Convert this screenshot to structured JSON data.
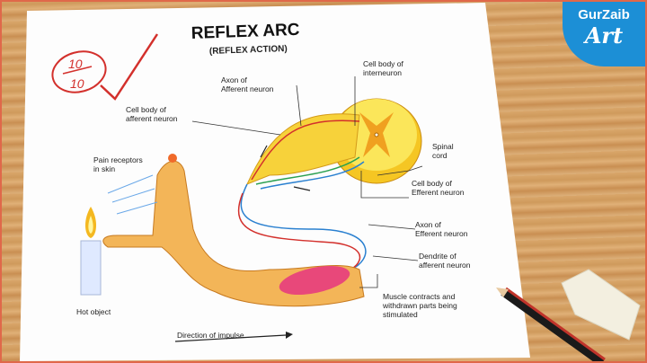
{
  "title": "REFLEX ARC",
  "subtitle": "(REFLEX ACTION)",
  "grade": {
    "numerator": "10",
    "denominator": "10"
  },
  "logo": {
    "line1": "GurZaib",
    "line2": "Art"
  },
  "labels": {
    "axon_afferent": [
      "Axon of",
      "Afferent neuron"
    ],
    "cell_body_interneuron": [
      "Cell body of",
      "interneuron"
    ],
    "cell_body_afferent": [
      "Cell body of",
      "afferent neuron"
    ],
    "pain_receptors": [
      "Pain receptors",
      "in skin"
    ],
    "spinal_cord": [
      "Spinal",
      "cord"
    ],
    "cell_body_efferent": [
      "Cell body  of",
      "Efferent neuron"
    ],
    "axon_efferent": [
      "Axon of",
      "Efferent neuron"
    ],
    "dendrite_afferent": [
      "Dendrite of",
      "afferent neuron"
    ],
    "muscle": [
      "Muscle contracts and",
      "withdrawn parts being",
      "stimulated"
    ],
    "hot_object": "Hot object",
    "direction": "Direction of impulse"
  }
}
